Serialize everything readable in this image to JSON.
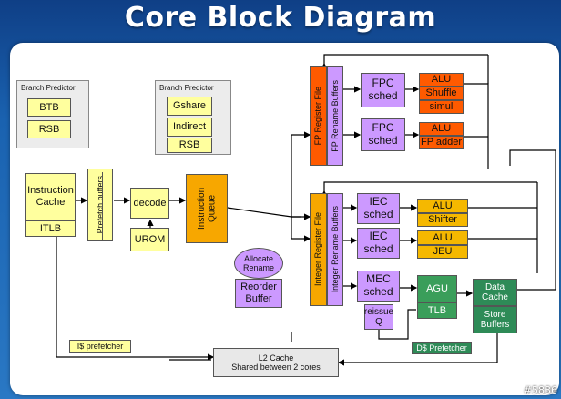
{
  "title": "Core Block Diagram",
  "watermark": "#5836",
  "branch_predictor_1": {
    "label": "Branch Predictor",
    "items": [
      "BTB",
      "RSB"
    ]
  },
  "branch_predictor_2": {
    "label": "Branch Predictor",
    "items": [
      "Gshare",
      "Indirect",
      "RSB"
    ]
  },
  "instruction_cache": "Instruction Cache",
  "itlb": "ITLB",
  "prefetch_buffers": "Prefetch buffers",
  "decode": "decode",
  "urom": "UROM",
  "instruction_queue": "Instruction Queue",
  "allocate_rename": "Allocate Rename",
  "reorder_buffer": "Reorder Buffer",
  "fp_register_file": "FP Register File",
  "fp_rename_buffers": "FP Rename Buffers",
  "int_register_file": "Integer Register File",
  "int_rename_buffers": "Integer Rename Buffers",
  "fpc_sched_1": "FPC sched",
  "fpc_sched_2": "FPC sched",
  "fp_alu": "ALU",
  "fp_shuffle": "Shuffle",
  "fp_simul": "simul",
  "fp_alu2": "ALU",
  "fp_adder": "FP adder",
  "iec_sched_1": "IEC sched",
  "iec_sched_2": "IEC sched",
  "mec_sched": "MEC sched",
  "reissue_q": "reissue Q",
  "int_alu1": "ALU",
  "int_shifter": "Shifter",
  "int_alu2": "ALU",
  "int_jeu": "JEU",
  "agu": "AGU",
  "tlb": "TLB",
  "data_cache": "Data Cache",
  "store_buffers": "Store Buffers",
  "i_prefetcher": "I$ prefetcher",
  "d_prefetcher": "D$ Prefetcher",
  "l2_cache": "L2 Cache",
  "l2_shared": "Shared between 2 cores",
  "colors": {
    "fp_orange": "#ff5a00",
    "int_orange": "#f7a700",
    "sched_purple": "#cc99ff",
    "mem_green": "#3a9e5a",
    "yellow": "#ffff9e"
  }
}
